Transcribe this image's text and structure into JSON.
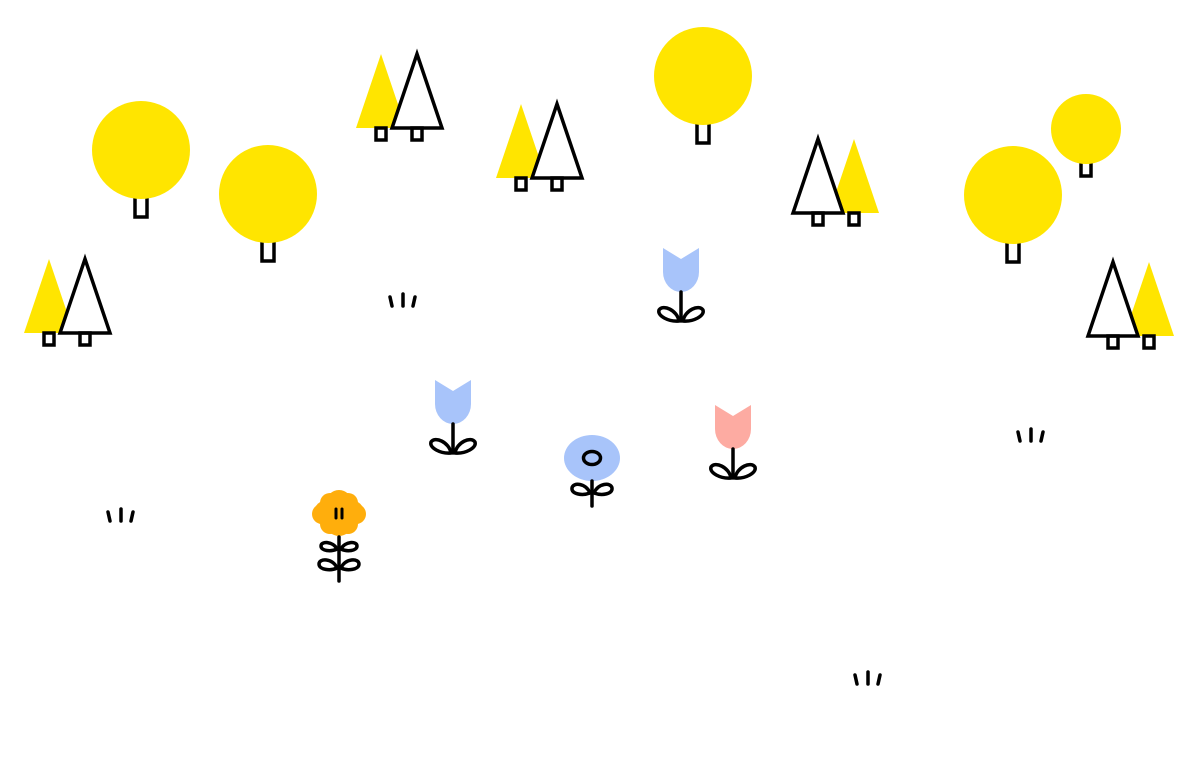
{
  "colors": {
    "background": "#ffffff",
    "tree_yellow": "#ffe500",
    "outline": "#000000",
    "tulip_blue": "#a8c4fa",
    "tulip_pink": "#fdaba2",
    "daisy_blue": "#a8c4fa",
    "poppy_orange": "#ffae0c"
  },
  "scene": {
    "round_trees": [
      {
        "icon": "round-tree-icon"
      },
      {
        "icon": "round-tree-icon"
      },
      {
        "icon": "round-tree-icon"
      },
      {
        "icon": "round-tree-icon"
      },
      {
        "icon": "round-tree-icon"
      }
    ],
    "pine_pairs": [
      {
        "icon": "pine-tree-pair-icon"
      },
      {
        "icon": "pine-tree-pair-icon"
      },
      {
        "icon": "pine-tree-pair-icon"
      },
      {
        "icon": "pine-tree-pair-icon"
      },
      {
        "icon": "pine-tree-pair-icon"
      }
    ],
    "tulips": [
      {
        "icon": "tulip-icon",
        "color": "tulip_blue"
      },
      {
        "icon": "tulip-icon",
        "color": "tulip_blue"
      },
      {
        "icon": "tulip-icon",
        "color": "tulip_pink"
      }
    ],
    "daisy": {
      "icon": "round-flower-icon",
      "color": "daisy_blue"
    },
    "poppy": {
      "icon": "cloud-flower-icon",
      "color": "poppy_orange"
    },
    "grass_tufts": [
      {
        "icon": "grass-tuft-icon"
      },
      {
        "icon": "grass-tuft-icon"
      },
      {
        "icon": "grass-tuft-icon"
      },
      {
        "icon": "grass-tuft-icon"
      }
    ]
  }
}
